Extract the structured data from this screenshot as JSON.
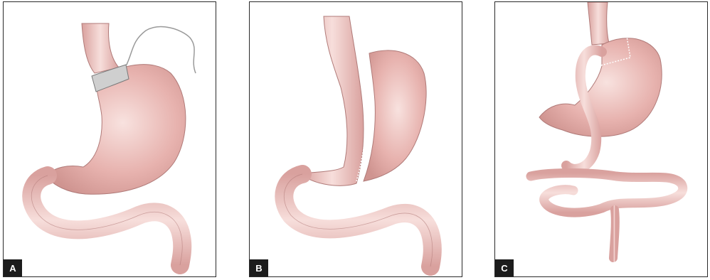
{
  "panels": [
    {
      "label": "A",
      "procedure": "gastric-band"
    },
    {
      "label": "B",
      "procedure": "sleeve-gastrectomy"
    },
    {
      "label": "C",
      "procedure": "gastric-bypass"
    }
  ],
  "colors": {
    "tissue": "#e9b8b4",
    "tissue_dark": "#c98f8c",
    "tissue_light": "#f6dcda",
    "band": "#c8c8c8",
    "outline": "#b07a78",
    "staple": "#ffffff"
  }
}
